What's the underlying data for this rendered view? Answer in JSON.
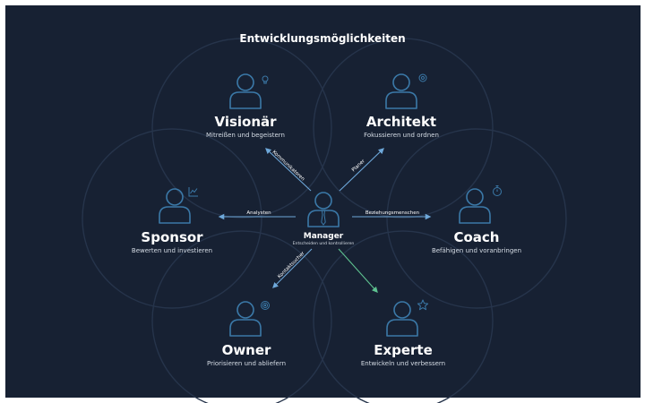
{
  "title": "Entwicklungsmöglichkeiten",
  "center": {
    "name": "Manager",
    "subtitle": "Entscheiden und kontrollieren"
  },
  "roles": {
    "visionaer": {
      "name": "Visionär",
      "subtitle": "Mitreißen und begeistern",
      "icon": "lightbulb-icon"
    },
    "architekt": {
      "name": "Architekt",
      "subtitle": "Fokussieren und ordnen",
      "icon": "gear-icon"
    },
    "sponsor": {
      "name": "Sponsor",
      "subtitle": "Bewerten und investieren",
      "icon": "line-chart-icon"
    },
    "coach": {
      "name": "Coach",
      "subtitle": "Befähigen und voranbringen",
      "icon": "stopwatch-icon"
    },
    "owner": {
      "name": "Owner",
      "subtitle": "Priorisieren und abliefern",
      "icon": "target-icon"
    },
    "experte": {
      "name": "Experte",
      "subtitle": "Entwickeln und verbessern",
      "icon": "star-icon"
    }
  },
  "arrows": {
    "visionaer": "Kommunikatoren",
    "architekt": "Planer",
    "sponsor": "Analysten",
    "coach": "Beziehungsmenschen",
    "owner": "Kontaktsucher"
  },
  "colors": {
    "background": "#172133",
    "circle": "#26344b",
    "person": "#3b79a8",
    "arrow": "#6ea8da",
    "arrow_green": "#5ec290",
    "text": "#ffffff",
    "subtext": "#d6dde6"
  }
}
